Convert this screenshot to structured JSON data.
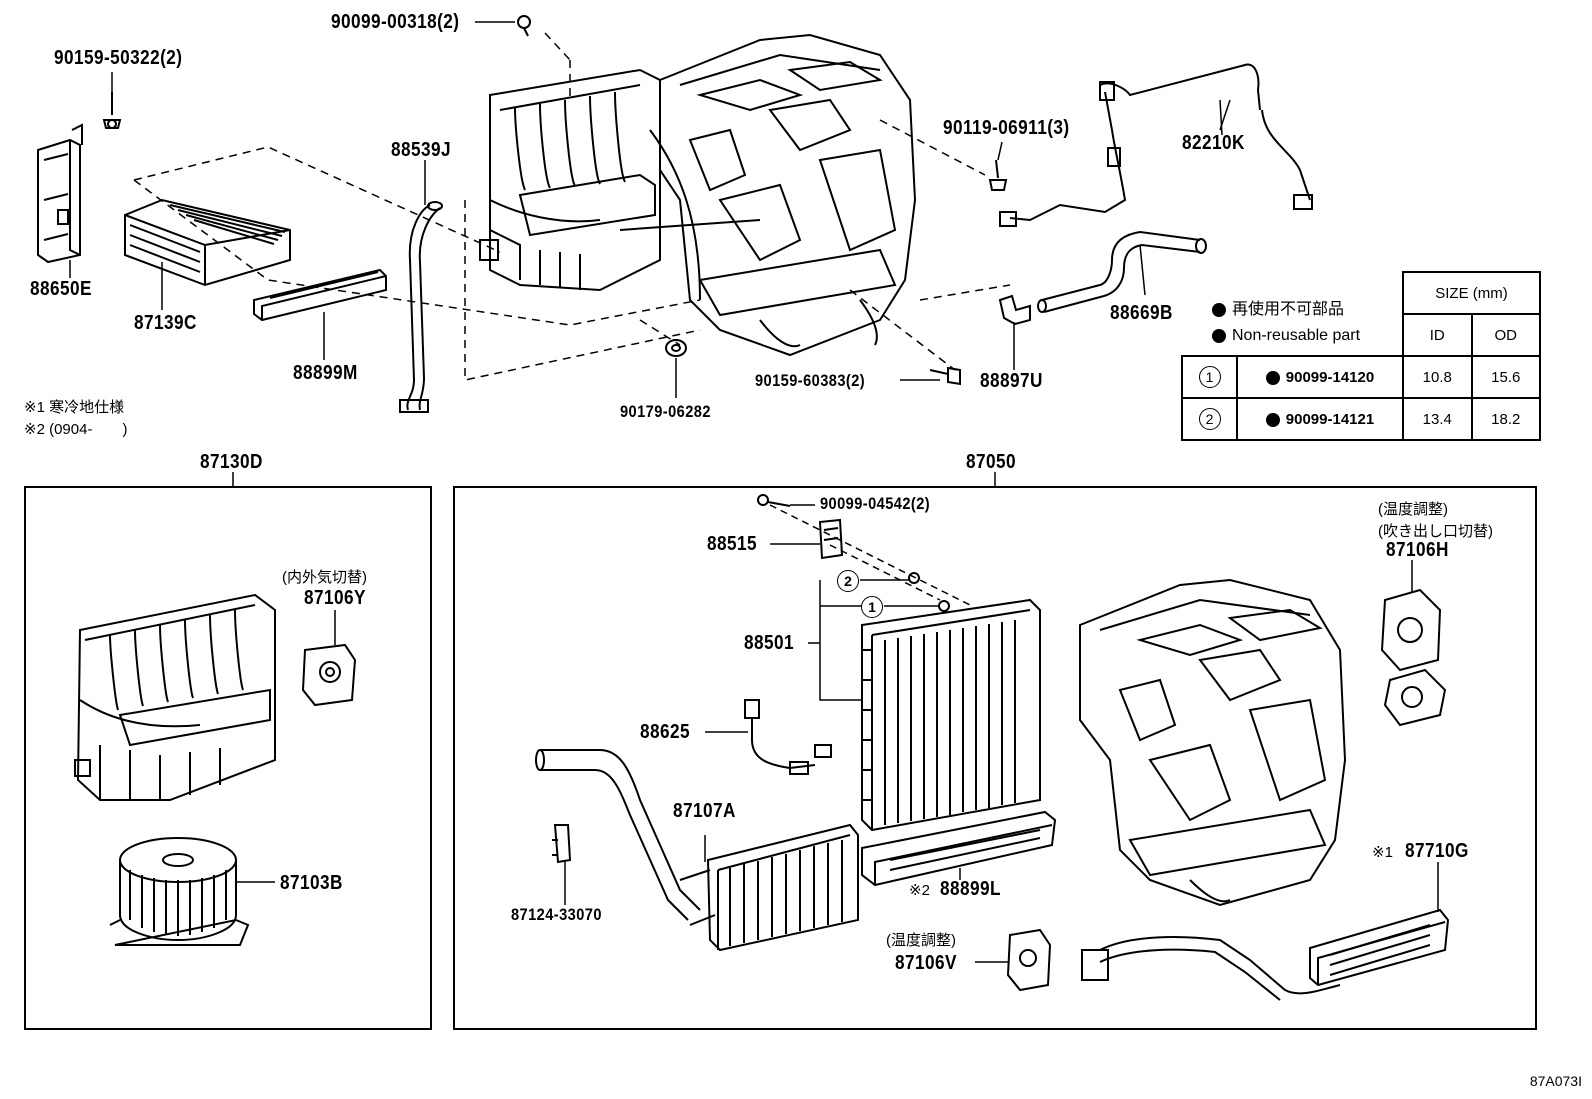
{
  "labels": {
    "p90099_00318": "90099-00318(2)",
    "p90159_50322": "90159-50322(2)",
    "p88650E": "88650E",
    "p87139C": "87139C",
    "p88899M": "88899M",
    "p88539J": "88539J",
    "p90179_06282": "90179-06282",
    "p90119_06911": "90119-06911(3)",
    "p82210K": "82210K",
    "p88669B": "88669B",
    "p88897U": "88897U",
    "p90159_60383": "90159-60383(2)",
    "p87130D": "87130D",
    "p87050": "87050",
    "p87106Y": "87106Y",
    "p87103B": "87103B",
    "p90099_04542": "90099-04542(2)",
    "p88515": "88515",
    "p88501": "88501",
    "p88625": "88625",
    "p87107A": "87107A",
    "p87124_33070": "87124-33070",
    "p88899L": "88899L",
    "p87106V": "87106V",
    "p87106H": "87106H",
    "p87710G": "87710G"
  },
  "annotations": {
    "note1": "※1 寒冷地仕様",
    "note2": "※2 (0904-　　)",
    "jp_87106Y": "(内外気切替)",
    "jp_87106H_1": "(温度調整)",
    "jp_87106H_2": "(吹き出し口切替)",
    "jp_87106V": "(温度調整)",
    "mark_88899L": "※2",
    "mark_87710G": "※1",
    "callout_1": "1",
    "callout_2": "2"
  },
  "legend": {
    "jp": "再使用不可部品",
    "en": "Non-reusable part"
  },
  "size_table": {
    "header": "SIZE (mm)",
    "col_id": "ID",
    "col_od": "OD",
    "rows": [
      {
        "no": "1",
        "part": "90099-14120",
        "id": "10.8",
        "od": "15.6"
      },
      {
        "no": "2",
        "part": "90099-14121",
        "id": "13.4",
        "od": "18.2"
      }
    ]
  },
  "figure_code": "87A073I"
}
